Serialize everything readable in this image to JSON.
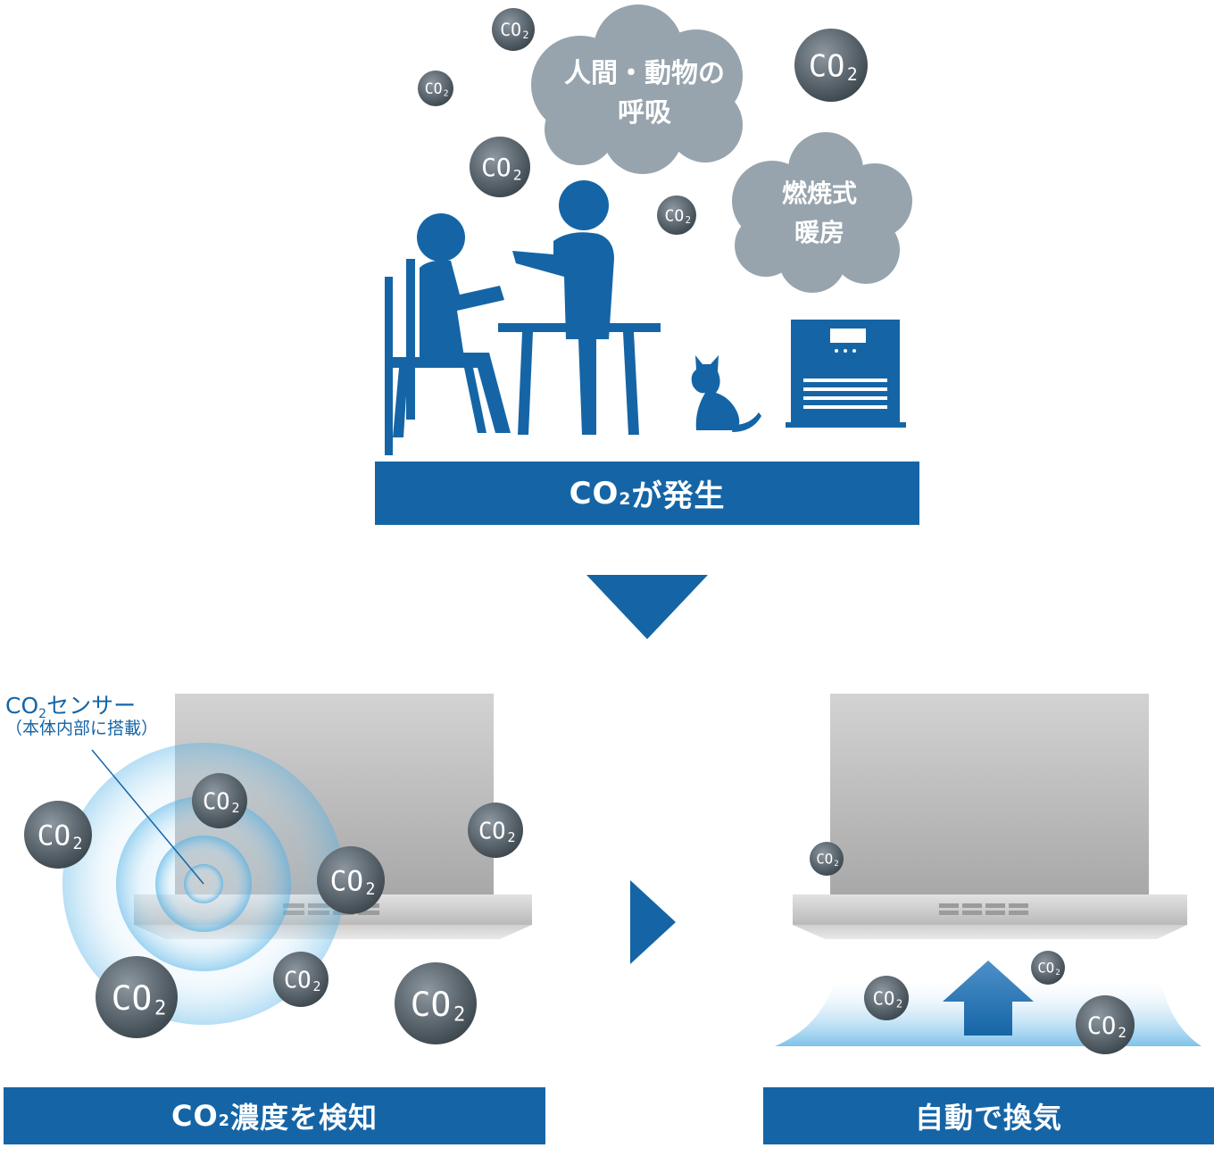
{
  "co2": {
    "main": "CO",
    "sub": "2"
  },
  "clouds": {
    "breathing": {
      "line1": "人間・動物の",
      "line2": "呼吸"
    },
    "heating": {
      "line1": "燃焼式",
      "line2": "暖房"
    }
  },
  "banners": {
    "generate": {
      "pre": "CO",
      "sub": "2",
      "post": "が発生"
    },
    "detect": {
      "pre": "CO",
      "sub": "2",
      "post": "濃度を検知"
    },
    "ventilate": {
      "text": "自動で換気"
    }
  },
  "sensor_label": {
    "line1_pre": "CO",
    "line1_sub": "2",
    "line1_post": "センサー",
    "line2": "（本体内部に搭載）"
  },
  "colors": {
    "brand_blue": "#1565a6",
    "cloud_gray": "#97a4ad",
    "bubble_dark": "#4f5a62",
    "airflow_blue": "#8cc8ea"
  }
}
